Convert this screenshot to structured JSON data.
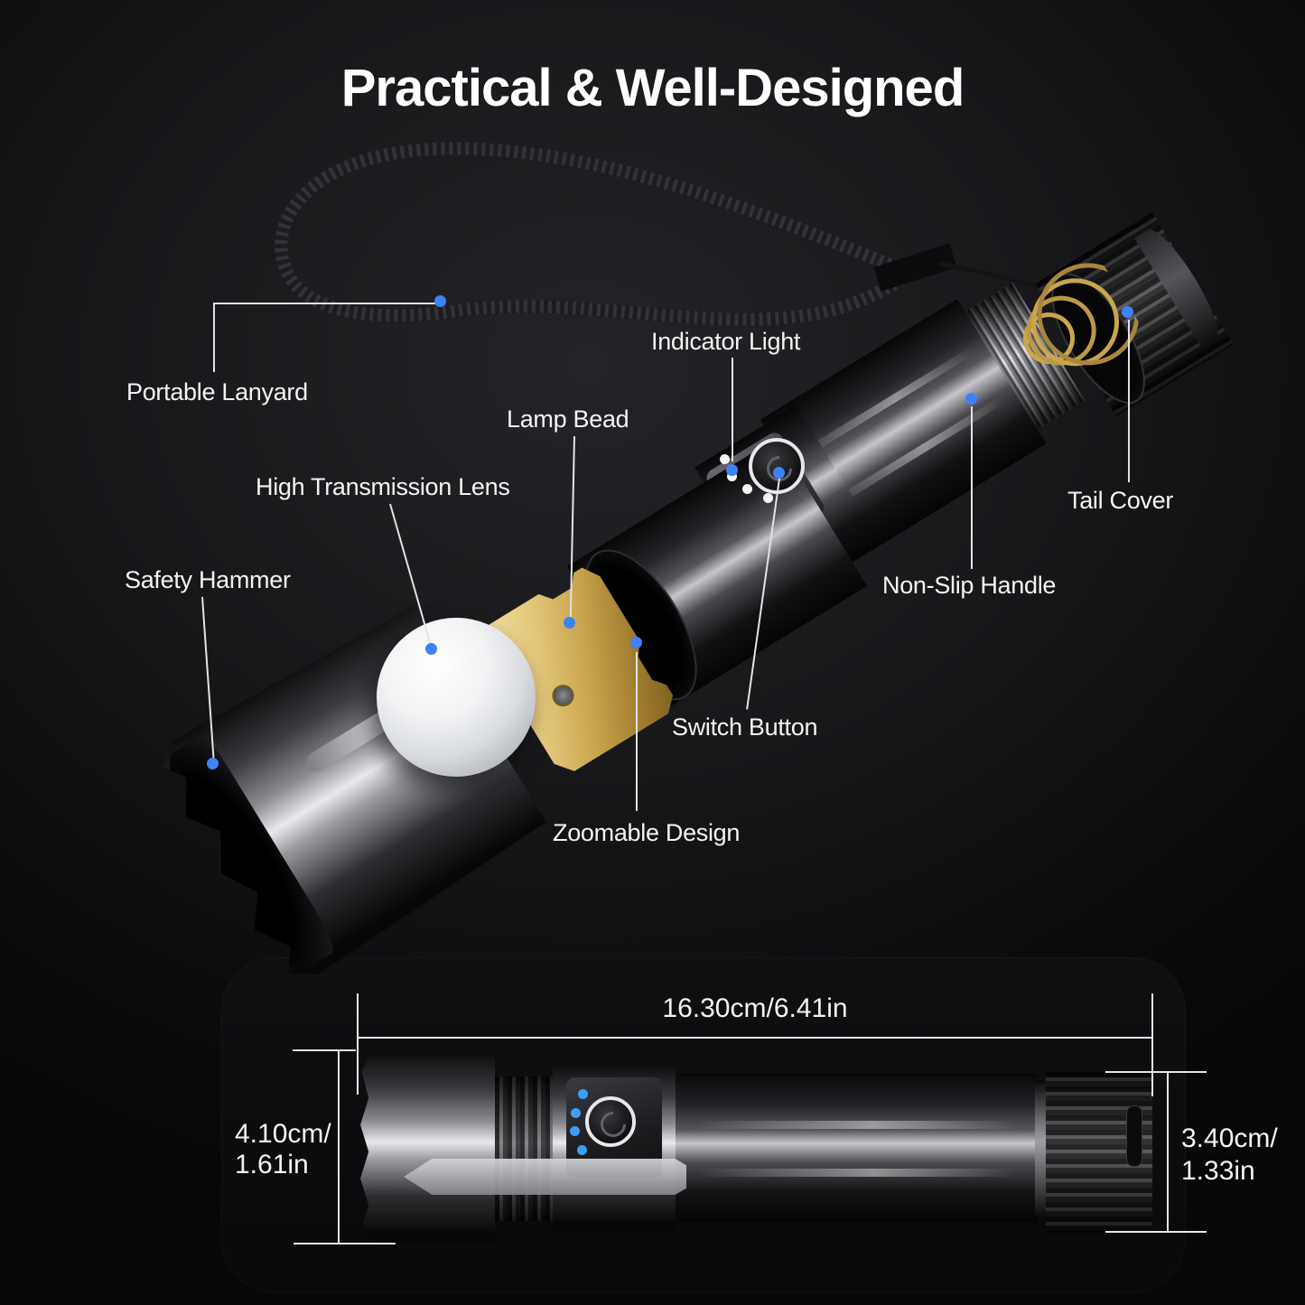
{
  "title": "Practical & Well-Designed",
  "labels": {
    "portable_lanyard": "Portable Lanyard",
    "lamp_bead": "Lamp Bead",
    "high_transmission_lens": "High Transmission Lens",
    "safety_hammer": "Safety Hammer",
    "indicator_light": "Indicator Light",
    "switch_button": "Switch Button",
    "zoomable_design": "Zoomable Design",
    "non_slip_handle": "Non-Slip Handle",
    "tail_cover": "Tail Cover"
  },
  "dimensions": {
    "length": "16.30cm/6.41in",
    "head_diameter": [
      "4.10cm/",
      "1.61in"
    ],
    "tail_diameter": [
      "3.40cm/",
      "1.33in"
    ]
  },
  "colors": {
    "background": "#0b0b0d",
    "accent_blue": "#3d83f6",
    "led_blue": "#3aa0f5",
    "label_text": "#f4f4f5",
    "gold": "#c9a54d"
  }
}
